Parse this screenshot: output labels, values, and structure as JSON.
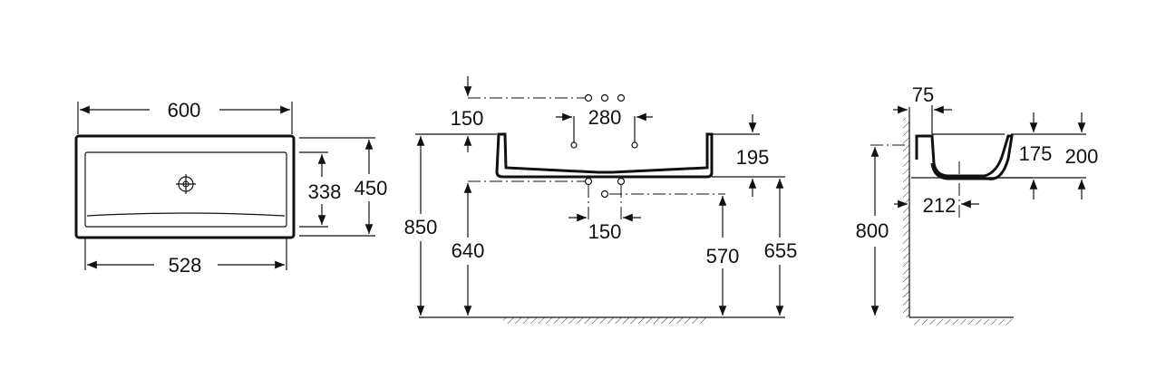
{
  "front_view": {
    "width_outer": "600",
    "width_inner": "528",
    "depth_inner": "338",
    "depth_outer": "450"
  },
  "elevation_view": {
    "tap_offset": "150",
    "tap_spacing": "280",
    "basin_height": "195",
    "waste_spacing": "150",
    "height_top": "850",
    "height_waste": "640",
    "height_trap": "570",
    "height_bottom": "655"
  },
  "side_view": {
    "wall_gap": "75",
    "inner_height": "175",
    "outer_height": "200",
    "waste_offset": "212",
    "height_top": "800"
  },
  "colors": {
    "line": "#111111",
    "background": "#ffffff"
  }
}
